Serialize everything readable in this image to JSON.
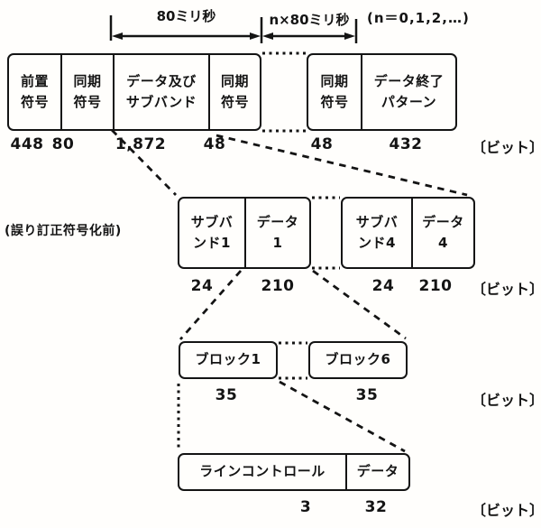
{
  "header": {
    "span_80ms": "80ミリ秒",
    "span_n80ms": "n×80ミリ秒",
    "n_note": "(n＝0,1,2,…)"
  },
  "unit": "〔ビット〕",
  "pre_fec_label": "(誤り訂正符号化前)",
  "frame_row": {
    "boxes": [
      {
        "label": "前置\n符号",
        "bits": "448"
      },
      {
        "label": "同期\n符号",
        "bits": "80"
      },
      {
        "label": "データ及び\nサブバンド",
        "bits": "1,872"
      },
      {
        "label": "同期\n符号",
        "bits": "48"
      },
      {
        "label": "同期\n符号",
        "bits": "48"
      },
      {
        "label": "データ終了\nパターン",
        "bits": "432"
      }
    ]
  },
  "subband_row": {
    "boxes": [
      {
        "label": "サブバ\nンド1",
        "bits": "24"
      },
      {
        "label": "データ\n1",
        "bits": "210"
      },
      {
        "label": "サブバ\nンド4",
        "bits": "24"
      },
      {
        "label": "データ\n4",
        "bits": "210"
      }
    ]
  },
  "block_row": {
    "boxes": [
      {
        "label": "ブロック1",
        "bits": "35"
      },
      {
        "label": "ブロック6",
        "bits": "35"
      }
    ]
  },
  "line_row": {
    "boxes": [
      {
        "label": "ラインコントロール",
        "bits": "3"
      },
      {
        "label": "データ",
        "bits": "32"
      }
    ]
  }
}
